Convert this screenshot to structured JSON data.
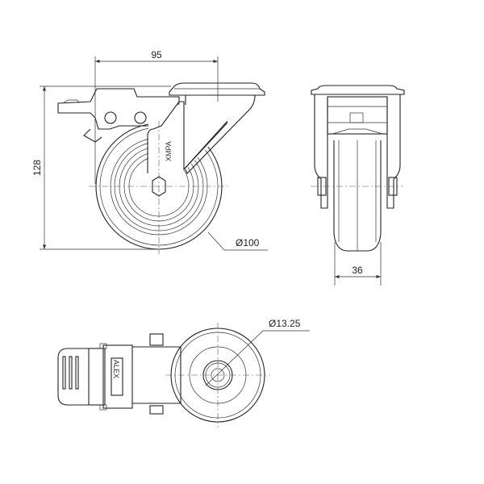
{
  "drawing": {
    "title": "Swivel castor with brake - technical drawing",
    "dimensions": {
      "mounting_offset": "95",
      "overall_height": "128",
      "wheel_diameter": "Ø100",
      "wheel_width": "36",
      "bolt_hole_diameter": "Ø13.25"
    },
    "logos": {
      "side_logo": "XMPA",
      "top_logo": "ALEX"
    },
    "line_color": "#222222"
  }
}
